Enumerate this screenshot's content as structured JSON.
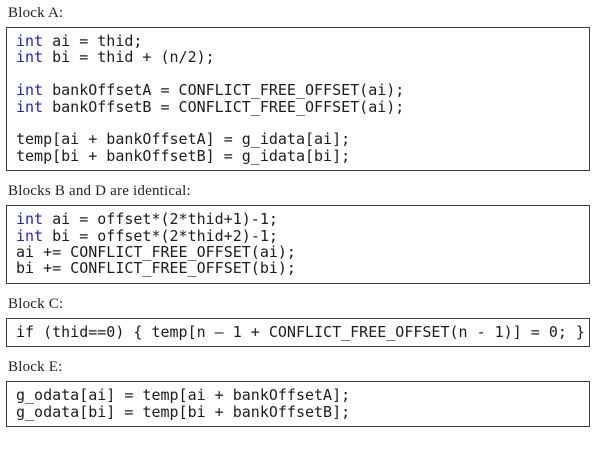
{
  "page": {
    "background": "#ffffff",
    "description_labels_font": "serif",
    "code_font": "monospace"
  },
  "colors": {
    "label_text": "#222222",
    "code_text": "#1c1c1c",
    "keyword_blue": "#2222cc",
    "box_border": "#3d3d3d",
    "background": "#ffffff"
  },
  "sections": [
    {
      "label": "Block A:",
      "lines": [
        [
          {
            "type": "keyword",
            "text": "int"
          },
          {
            "type": "plain",
            "text": " ai = thid;"
          }
        ],
        [
          {
            "type": "keyword",
            "text": "int"
          },
          {
            "type": "plain",
            "text": " bi = thid + (n/2);"
          }
        ],
        [],
        [
          {
            "type": "keyword",
            "text": "int"
          },
          {
            "type": "plain",
            "text": " bankOffsetA = CONFLICT_FREE_OFFSET(ai);"
          }
        ],
        [
          {
            "type": "keyword",
            "text": "int"
          },
          {
            "type": "plain",
            "text": " bankOffsetB = CONFLICT_FREE_OFFSET(ai);"
          }
        ],
        [],
        [
          {
            "type": "plain",
            "text": "temp[ai + bankOffsetA] = g_idata[ai];"
          }
        ],
        [
          {
            "type": "plain",
            "text": "temp[bi + bankOffsetB] = g_idata[bi];"
          }
        ]
      ]
    },
    {
      "label": "Blocks B and D are identical:",
      "lines": [
        [
          {
            "type": "keyword",
            "text": "int"
          },
          {
            "type": "plain",
            "text": " ai = offset*(2*thid+1)-1;"
          }
        ],
        [
          {
            "type": "keyword",
            "text": "int"
          },
          {
            "type": "plain",
            "text": " bi = offset*(2*thid+2)-1;"
          }
        ],
        [
          {
            "type": "plain",
            "text": "ai += CONFLICT_FREE_OFFSET(ai);"
          }
        ],
        [
          {
            "type": "plain",
            "text": "bi += CONFLICT_FREE_OFFSET(bi);"
          }
        ]
      ]
    },
    {
      "label": "Block C:",
      "lines": [
        [
          {
            "type": "plain",
            "text": "if (thid==0) { temp[n – 1 + CONFLICT_FREE_OFFSET(n - 1)] = 0; }"
          }
        ]
      ]
    },
    {
      "label": "Block E:",
      "lines": [
        [
          {
            "type": "plain",
            "text": "g_odata[ai] = temp[ai + bankOffsetA];"
          }
        ],
        [
          {
            "type": "plain",
            "text": "g_odata[bi] = temp[bi + bankOffsetB];"
          }
        ]
      ]
    }
  ]
}
